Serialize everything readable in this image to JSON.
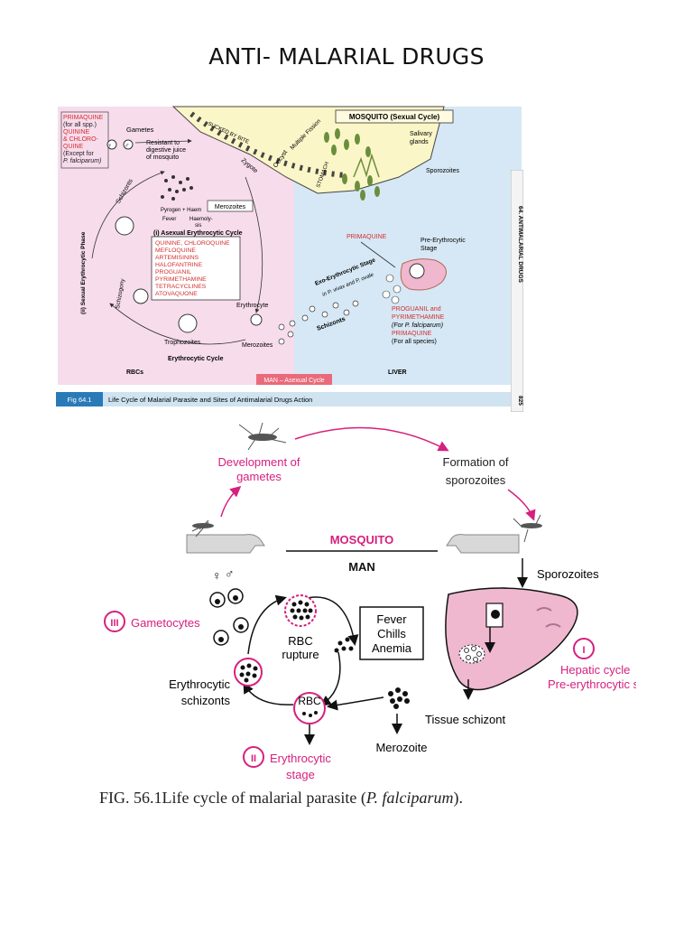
{
  "document": {
    "title": "ANTI- MALARIAL DRUGS"
  },
  "figure1": {
    "mosquito_box": "MOSQUITO (Sexual Cycle)",
    "sucked": "SUCKED BY BITE",
    "zygote": "Zygote",
    "oocyst": "Oocyst",
    "multiple_fission": "Multiple Fission",
    "stomach": "STOMACH",
    "salivary": [
      "Salivary",
      "glands"
    ],
    "sporozoites": "Sporozoites",
    "gametes": "Gametes",
    "primaquine_top": [
      "PRIMAQUINE",
      "(for all spp.)",
      "QUININE",
      "& CHLORO-",
      "QUINE",
      "(Except for",
      "P. falciparum)"
    ],
    "resistant": [
      "Resistant to",
      "digestive juice",
      "of mosquito"
    ],
    "schizonts_left": "Schizonts",
    "merozoites_box": "Merozoites",
    "pyrogen": "Pyrogen + Haem",
    "fever": "Fever",
    "haemolysis": "Haemoly-",
    "sis": "sis",
    "asexual": "(i) Asexual Erythrocytic Cycle",
    "drugs": [
      "QUININE, CHLOROQUINE",
      "MEFLOQUINE",
      "ARTEMISININS",
      "HALOFANTRINE",
      "PROGUANIL",
      "PYRIMETHAMINE",
      "TETRACYCLINES",
      "ATOVAQUONE"
    ],
    "sexual_phase": "(ii) Sexual Erythrocytic Phase",
    "schizogony": "Schizogony",
    "erythrocyte": "Erythrocyte",
    "trophozoites": "Trophozoites",
    "merozoites": "Merozoites",
    "erythrocytic_cycle": "Erythrocytic Cycle",
    "rbcs": "RBCs",
    "liver": "LIVER",
    "man_asexual": "MAN – Asexual Cycle",
    "primaquine_mid": "PRIMAQUINE",
    "pre_erythrocytic": [
      "Pre-Erythrocytic",
      "Stage"
    ],
    "exo": "Exo-Erythrocytic Stage",
    "vivax": "in P. vivax and P. ovale",
    "schizonts_right": "Schizonts",
    "proguanil": [
      "PROGUANIL and",
      "PYRIMETHAMINE",
      "(For P. falciparum)",
      "PRIMAQUINE",
      "(For all species)"
    ],
    "fig_label": "Fig 64.1",
    "fig_caption": "Life Cycle of Malarial Parasite and Sites of Antimalarial Drugs Action",
    "sidebar_title": "64. ANTIMALARIAL DRUGS",
    "sidebar_page": "825"
  },
  "figure2": {
    "dev_gametes": [
      "Development of",
      "gametes"
    ],
    "formation": [
      "Formation of",
      "sporozoites"
    ],
    "mosquito": "MOSQUITO",
    "man": "MAN",
    "sporozoites": "Sporozoites",
    "stage3_num": "III",
    "gametocytes": "Gametocytes",
    "rbc_rupture": [
      "RBC",
      "rupture"
    ],
    "symptoms": [
      "Fever",
      "Chills",
      "Anemia"
    ],
    "stage1_num": "I",
    "hepatic": [
      "Hepatic cycle",
      "Pre-erythrocytic stage"
    ],
    "erythro_schizonts": [
      "Erythrocytic",
      "schizonts"
    ],
    "rbc": "RBC",
    "tissue_schizont": "Tissue schizont",
    "stage2_num": "II",
    "erythrocytic_stage": [
      "Erythrocytic",
      "stage"
    ],
    "merozoite": "Merozoite"
  },
  "caption": {
    "prefix": "FIG. 56.1Life cycle of malarial parasite (",
    "species": "P. falciparum",
    "suffix": ")."
  },
  "colors": {
    "magenta": "#d6207e",
    "red": "#d32f2f",
    "pink_bg": "#f7dcec",
    "blue_bg": "#d6e8f5",
    "yellow": "#fbf6c8",
    "green": "#6a8f3c",
    "liver": "#efb8cf"
  }
}
